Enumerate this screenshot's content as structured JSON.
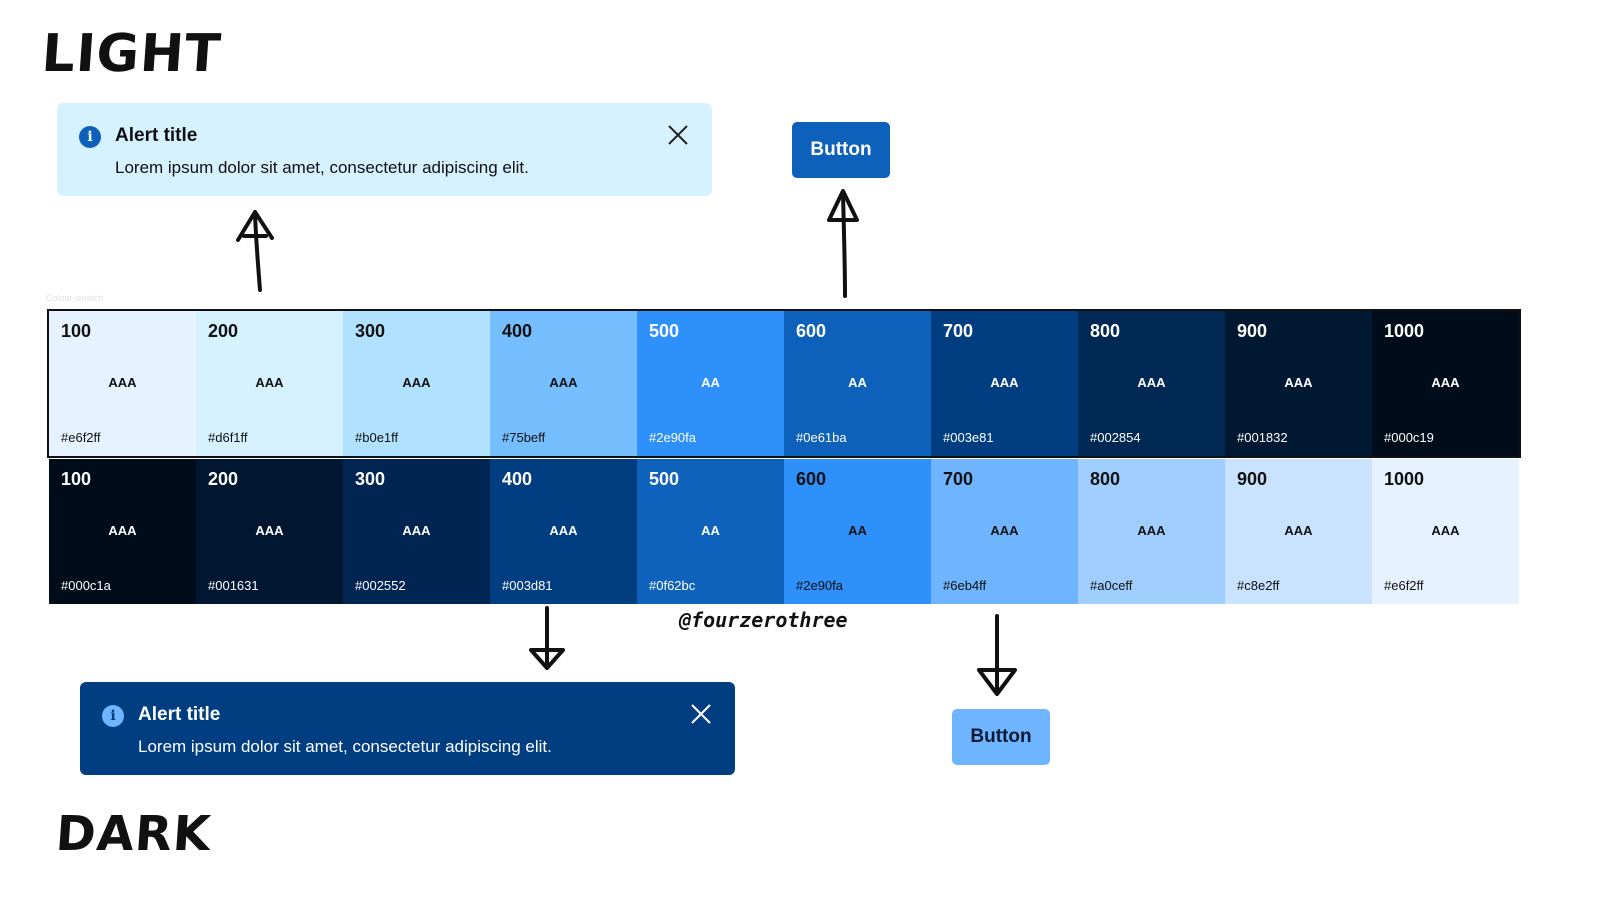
{
  "headings": {
    "light": "LIGHT",
    "dark": "DARK"
  },
  "alert_light": {
    "title": "Alert title",
    "body": "Lorem ipsum dolor sit amet, consectetur adipiscing elit.",
    "icons": {
      "info": "info-icon",
      "close": "close-icon"
    },
    "colors": {
      "bg": "#d6f1ff",
      "icon": "#0e61ba",
      "text": "#111111"
    }
  },
  "button_light": {
    "label": "Button",
    "colors": {
      "bg": "#0e61ba",
      "text": "#ffffff"
    }
  },
  "alert_dark": {
    "title": "Alert title",
    "body": "Lorem ipsum dolor sit amet, consectetur adipiscing elit.",
    "icons": {
      "info": "info-icon",
      "close": "close-icon"
    },
    "colors": {
      "bg": "#003d81",
      "icon": "#6eb4ff",
      "text": "#ffffff"
    }
  },
  "button_dark": {
    "label": "Button",
    "colors": {
      "bg": "#6eb4ff",
      "text": "#0b1a33"
    }
  },
  "swatch_caption": "Colour-swatch",
  "credit": "@fourzerothree",
  "light_swatches": [
    {
      "step": "100",
      "grade": "AAA",
      "hex": "#e6f2ff",
      "color": "#e6f2ff",
      "text": "#111111"
    },
    {
      "step": "200",
      "grade": "AAA",
      "hex": "#d6f1ff",
      "color": "#d6f1ff",
      "text": "#111111"
    },
    {
      "step": "300",
      "grade": "AAA",
      "hex": "#b0e1ff",
      "color": "#b0e1ff",
      "text": "#111111"
    },
    {
      "step": "400",
      "grade": "AAA",
      "hex": "#75beff",
      "color": "#75beff",
      "text": "#111111"
    },
    {
      "step": "500",
      "grade": "AA",
      "hex": "#2e90fa",
      "color": "#2e90fa",
      "text": "#ffffff"
    },
    {
      "step": "600",
      "grade": "AA",
      "hex": "#0e61ba",
      "color": "#0e61ba",
      "text": "#ffffff"
    },
    {
      "step": "700",
      "grade": "AAA",
      "hex": "#003e81",
      "color": "#003e81",
      "text": "#ffffff"
    },
    {
      "step": "800",
      "grade": "AAA",
      "hex": "#002854",
      "color": "#002854",
      "text": "#ffffff"
    },
    {
      "step": "900",
      "grade": "AAA",
      "hex": "#001832",
      "color": "#001832",
      "text": "#ffffff"
    },
    {
      "step": "1000",
      "grade": "AAA",
      "hex": "#000c19",
      "color": "#000c19",
      "text": "#ffffff"
    }
  ],
  "dark_swatches": [
    {
      "step": "100",
      "grade": "AAA",
      "hex": "#000c1a",
      "color": "#000c1a",
      "text": "#ffffff"
    },
    {
      "step": "200",
      "grade": "AAA",
      "hex": "#001631",
      "color": "#001631",
      "text": "#ffffff"
    },
    {
      "step": "300",
      "grade": "AAA",
      "hex": "#002552",
      "color": "#002552",
      "text": "#ffffff"
    },
    {
      "step": "400",
      "grade": "AAA",
      "hex": "#003d81",
      "color": "#003d81",
      "text": "#ffffff"
    },
    {
      "step": "500",
      "grade": "AA",
      "hex": "#0f62bc",
      "color": "#0f62bc",
      "text": "#ffffff"
    },
    {
      "step": "600",
      "grade": "AA",
      "hex": "#2e90fa",
      "color": "#2e90fa",
      "text": "#111111"
    },
    {
      "step": "700",
      "grade": "AAA",
      "hex": "#6eb4ff",
      "color": "#6eb4ff",
      "text": "#111111"
    },
    {
      "step": "800",
      "grade": "AAA",
      "hex": "#a0ceff",
      "color": "#a0ceff",
      "text": "#111111"
    },
    {
      "step": "900",
      "grade": "AAA",
      "hex": "#c8e2ff",
      "color": "#c8e2ff",
      "text": "#111111"
    },
    {
      "step": "1000",
      "grade": "AAA",
      "hex": "#e6f2ff",
      "color": "#e6f2ff",
      "text": "#111111"
    }
  ]
}
